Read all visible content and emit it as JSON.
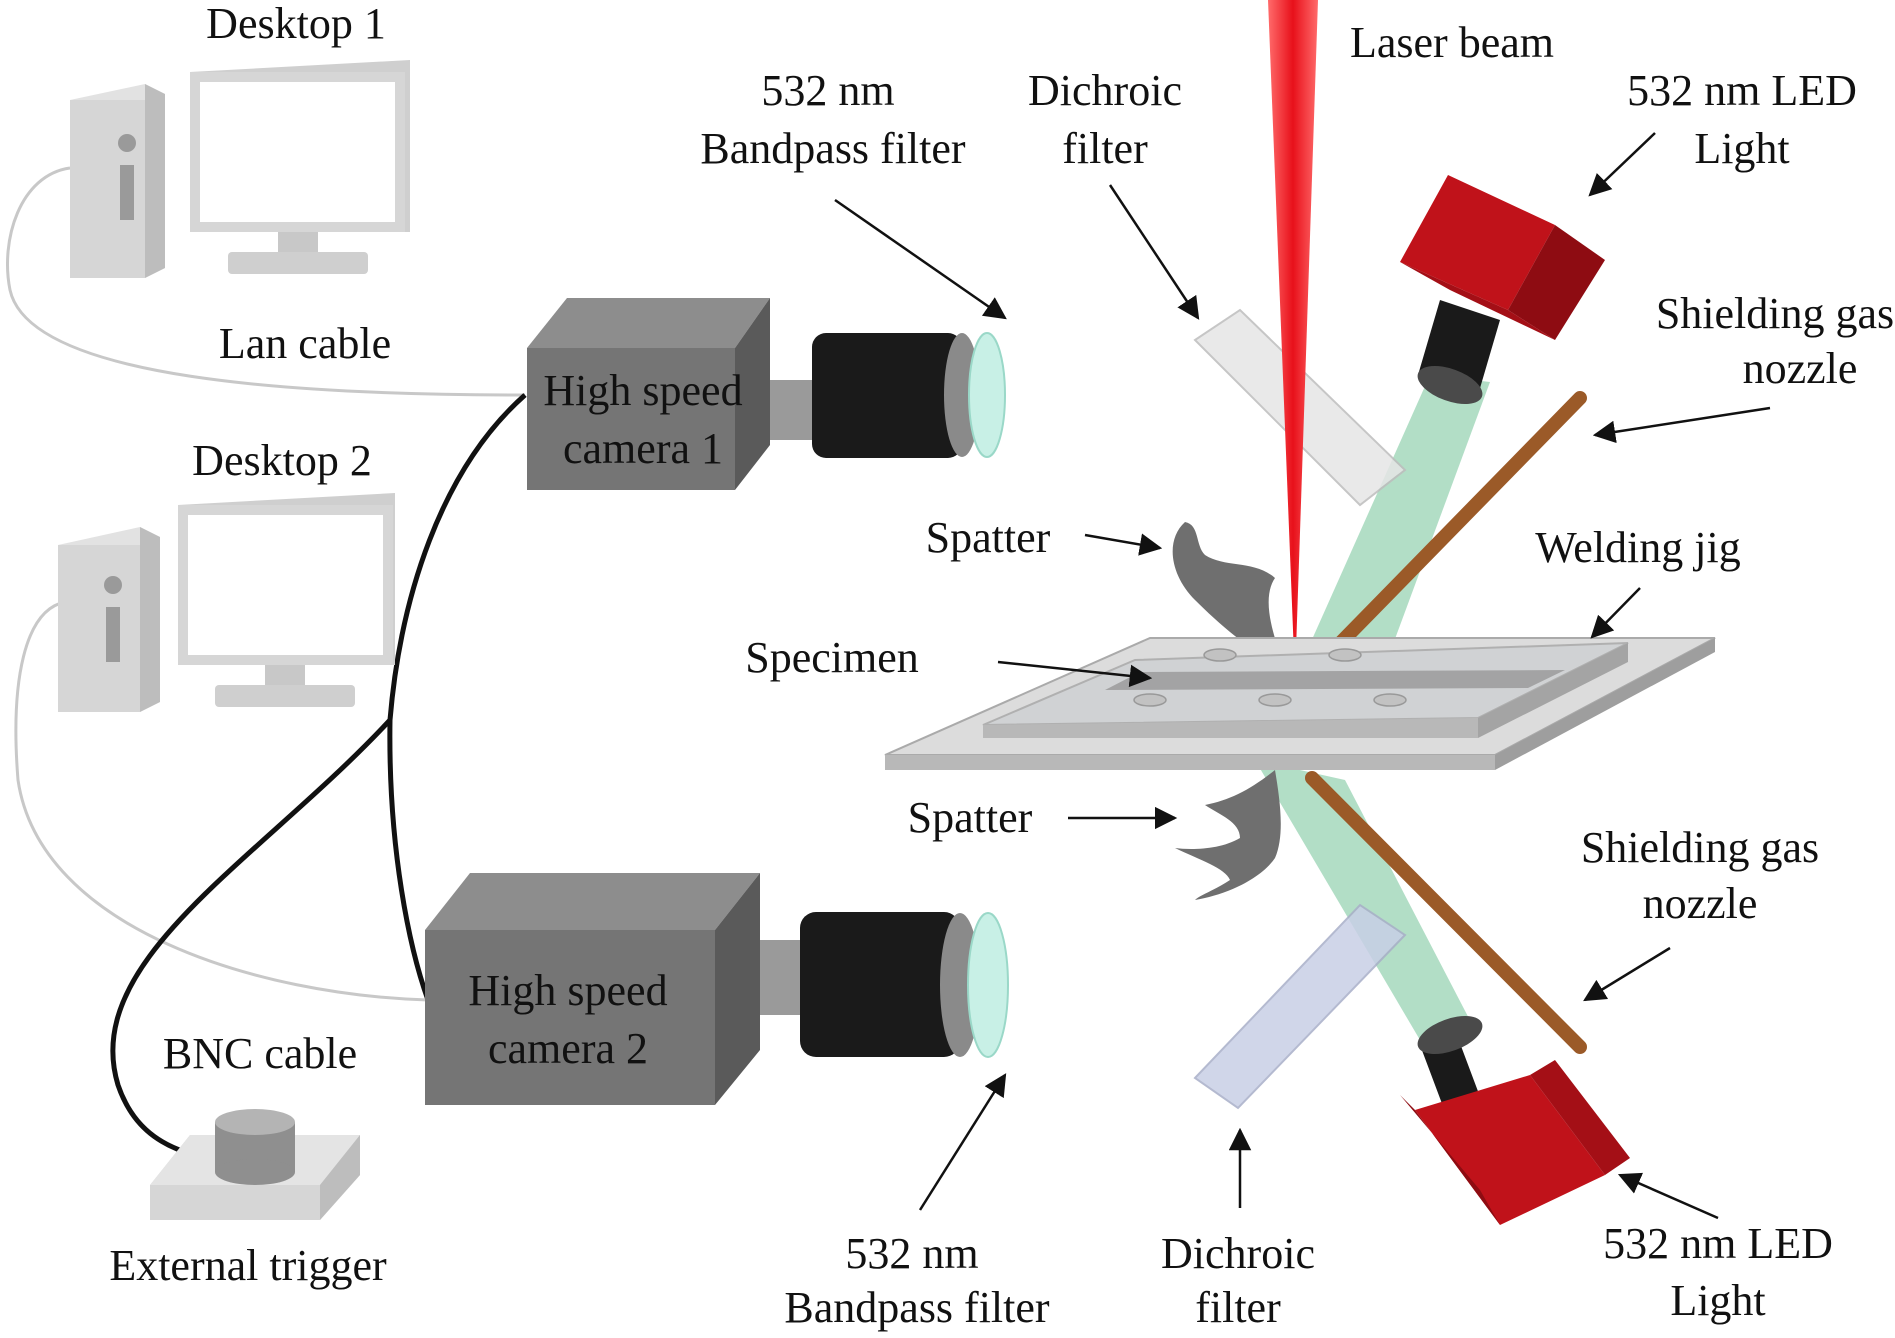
{
  "labels": {
    "desktop1": "Desktop 1",
    "desktop2": "Desktop 2",
    "lan_cable": "Lan cable",
    "camera1_line1": "High speed",
    "camera1_line2": "camera 1",
    "camera2_line1": "High speed",
    "camera2_line2": "camera 2",
    "bnc_cable": "BNC cable",
    "external_trigger": "External trigger",
    "bandpass_top_line1": "532 nm",
    "bandpass_top_line2": "Bandpass filter",
    "bandpass_bottom_line1": "532 nm",
    "bandpass_bottom_line2": "Bandpass filter",
    "dichroic_top_line1": "Dichroic",
    "dichroic_top_line2": "filter",
    "dichroic_bottom_line1": "Dichroic",
    "dichroic_bottom_line2": "filter",
    "laser_beam": "Laser beam",
    "led_top_line1": "532 nm LED",
    "led_top_line2": "Light",
    "led_bottom_line1": "532 nm LED",
    "led_bottom_line2": "Light",
    "gas_top_line1": "Shielding gas",
    "gas_top_line2": "nozzle",
    "gas_bottom_line1": "Shielding gas",
    "gas_bottom_line2": "nozzle",
    "spatter_top": "Spatter",
    "spatter_bottom": "Spatter",
    "welding_jig": "Welding jig",
    "specimen": "Specimen"
  },
  "colors": {
    "laser": "#e8101a",
    "led_body": "#c0121a",
    "green_light": "#7ec8a0",
    "nozzle": "#9b5a28",
    "camera_body": "#6f6f6f",
    "lens": "#1a1a1a",
    "filter_glass": "#c8f0e6",
    "jig": "#d4d6d8",
    "computer": "#d8d8d8"
  }
}
